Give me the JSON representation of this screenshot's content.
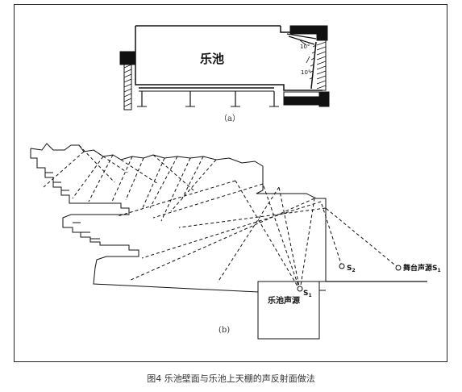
{
  "figure": {
    "caption": "图4 乐池壁面与乐池上天棚的声反射面做法",
    "panel_a": {
      "label": "（a）",
      "pit_label": "乐池",
      "angle_top": "10°",
      "angle_bottom": "10°"
    },
    "panel_b": {
      "label": "(b)",
      "pit_source_label": "乐池声源",
      "pit_source_point": "S",
      "pit_source_sub": "1",
      "point_s2": "S",
      "point_s2_sub": "2",
      "stage_source_label": "舞台声源S",
      "stage_source_sub": "1"
    }
  }
}
